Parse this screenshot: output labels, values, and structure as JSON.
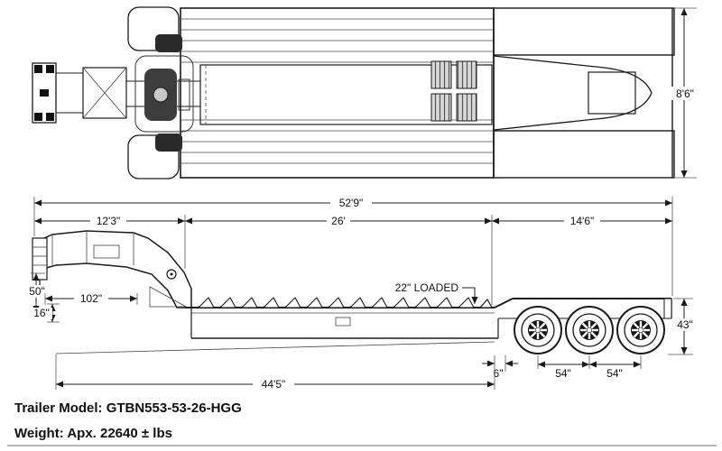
{
  "top_view": {
    "width": "8'6\""
  },
  "side_view": {
    "overall_length": "52'9\"",
    "gooseneck_length": "12'3\"",
    "deck_length": "26'",
    "rear_length": "14'6\"",
    "neck_height": "50\"",
    "neck_swing": "102\"",
    "front_clearance": "16\"",
    "deck_height_loaded": "22\" LOADED",
    "rear_deck_height": "43\"",
    "axle_spacing_front": "54\"",
    "axle_spacing_rear": "54\"",
    "deck_end_to_axle": "6\"",
    "load_base_length": "44'5\""
  },
  "footer": {
    "model": "Trailer Model: GTBN553-53-26-HGG",
    "weight": "Weight: Apx. 22640 ± lbs"
  },
  "colors": {
    "line": "#1a1a1a",
    "plate": "#ececec",
    "hatch": "#555555"
  }
}
